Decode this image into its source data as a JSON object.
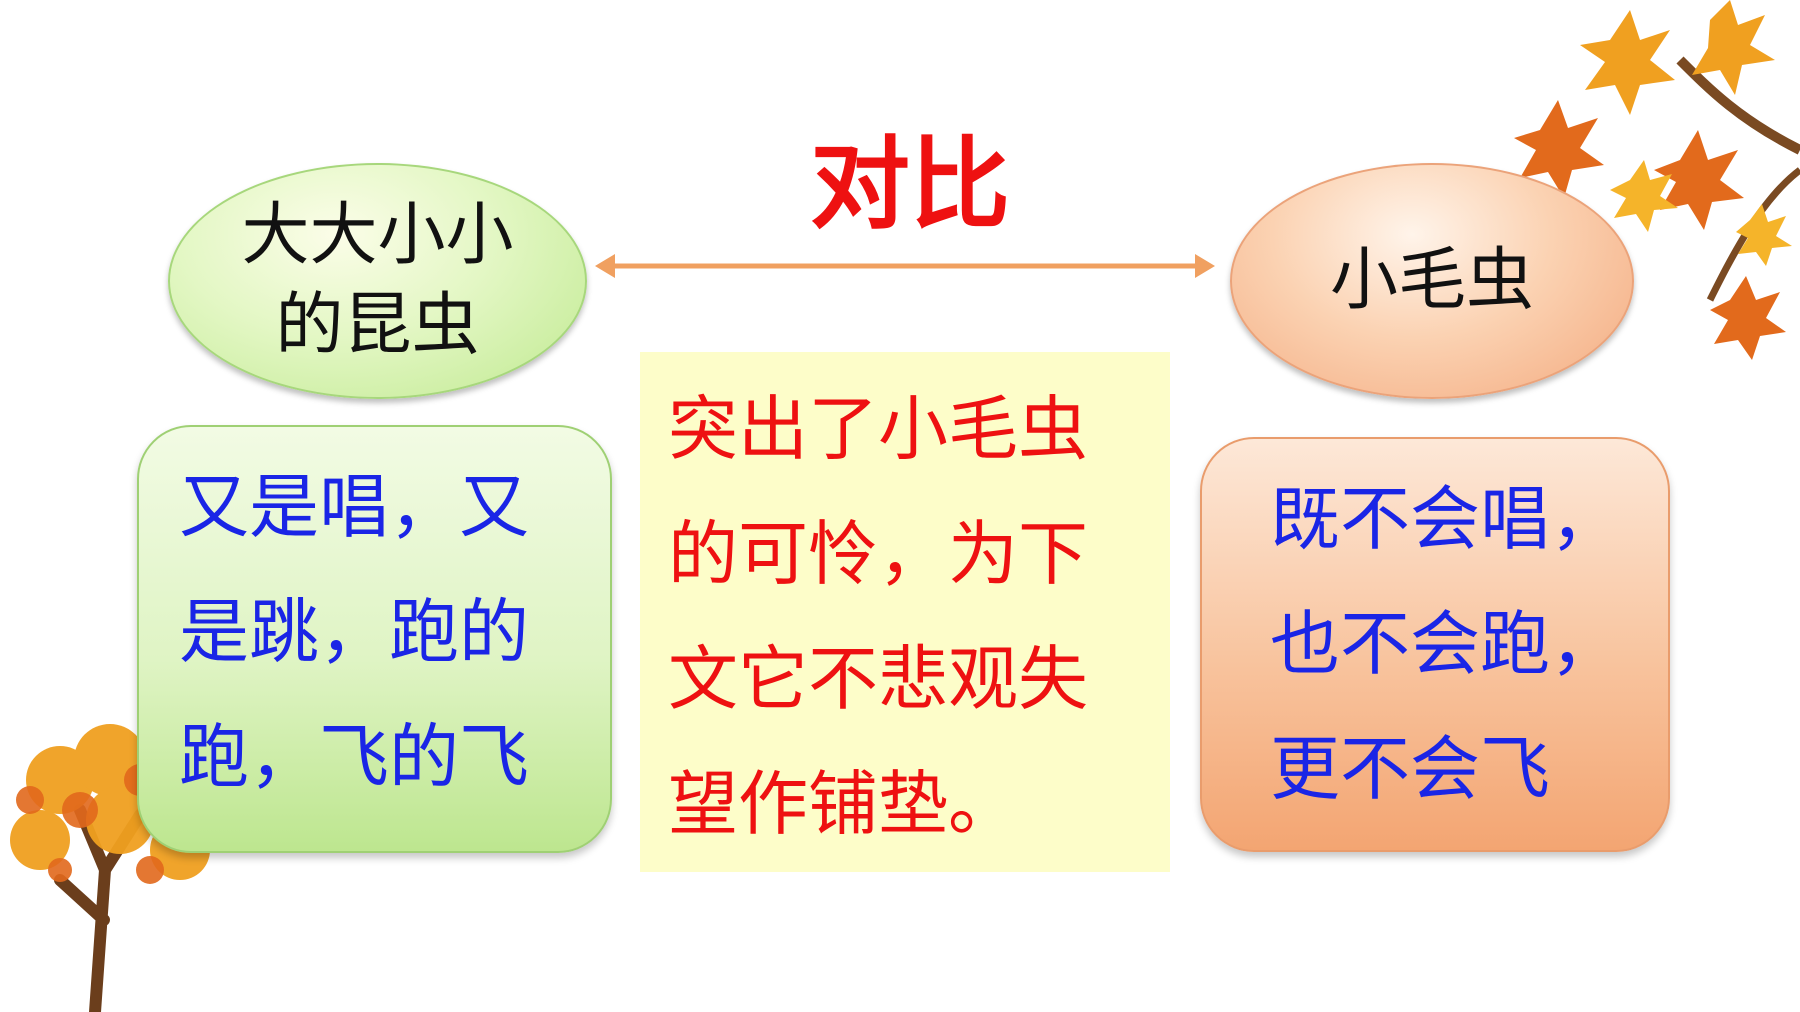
{
  "title": "对比",
  "left_node": {
    "lines": [
      "大大小小",
      "的昆虫"
    ]
  },
  "right_node": {
    "label": "小毛虫"
  },
  "left_box": {
    "lines": [
      "又是唱，又",
      "是跳，跑的",
      "跑，飞的飞"
    ]
  },
  "center_box": {
    "lines": [
      "突出了小毛虫",
      "的可怜，为下",
      "文它不悲观失",
      "望作铺垫。"
    ]
  },
  "right_box": {
    "lines": [
      "既不会唱，",
      "也不会跑，",
      "更不会飞"
    ]
  },
  "colors": {
    "title": "#ee1111",
    "arrow": "#f0a060",
    "box_text": "#1a25e6",
    "center_text": "#ee1111",
    "left_fill": "#d8f3b6",
    "right_fill": "#f8c39d",
    "center_fill": "#fdfdc9"
  },
  "icons": [
    "autumn-leaves-branch-icon",
    "autumn-tree-icon",
    "double-arrow-icon"
  ]
}
